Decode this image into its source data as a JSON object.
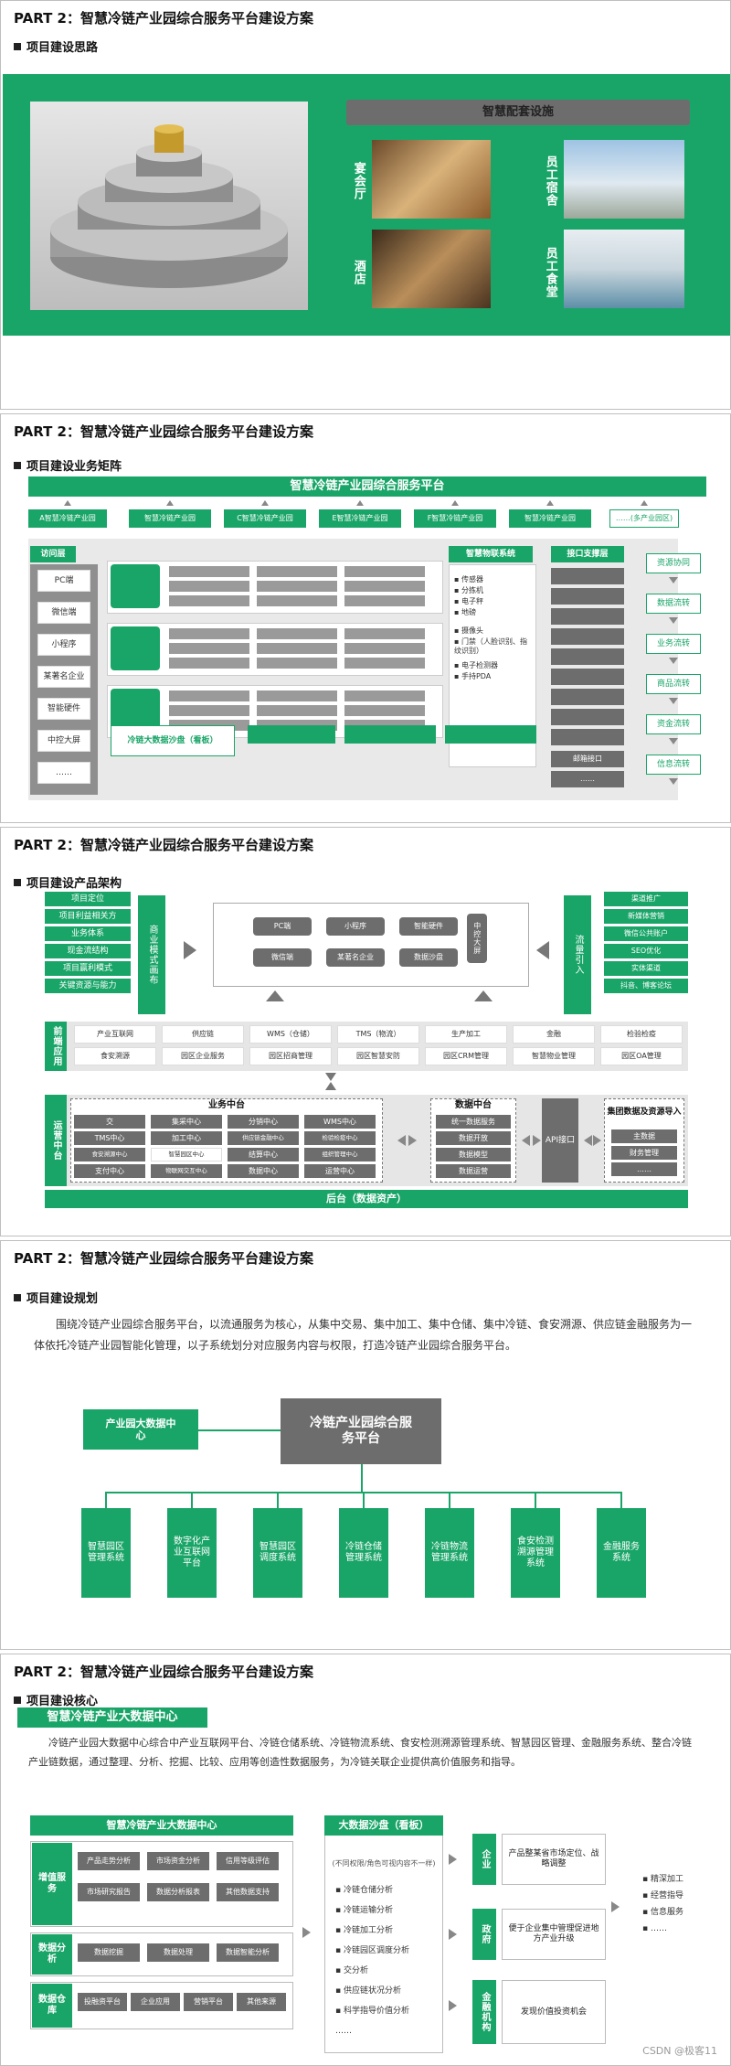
{
  "header": "PART 2：智慧冷链产业园综合服务平台建设方案",
  "s1": {
    "title": "项目建设思路",
    "facilities_title": "智慧配套设施",
    "labels": [
      "宴会厅",
      "员工宿舍",
      "酒店",
      "员工食堂"
    ]
  },
  "s2": {
    "title": "项目建设业务矩阵",
    "platform": "智慧冷链产业园综合服务平台",
    "parks": [
      "A智慧冷链产业园",
      "智慧冷链产业园",
      "C智慧冷链产业园",
      "E智慧冷链产业园",
      "F智慧冷链产业园",
      "智慧冷链产业园",
      "……(多产业园区)"
    ],
    "access_title": "访问层",
    "access": [
      "PC端",
      "微信端",
      "小程序",
      "某著名企业",
      "智能硬件",
      "中控大屏",
      "……"
    ],
    "iot_title": "智慧物联系统",
    "iot_items": [
      "▪ 传感器",
      "▪ 分拣机",
      "▪ 电子秤",
      "▪ 地磅",
      "▪ 摄像头",
      "▪ 门禁（人脸识别、指纹识别）",
      "▪ 电子检测器",
      "▪ 手持PDA"
    ],
    "iface_title": "接口支撑层",
    "iface_bottom": [
      "邮箱接口",
      "……"
    ],
    "bigdata": "冷链大数据沙盘（看板）",
    "right": [
      "资源协同",
      "数据流转",
      "业务流转",
      "商品流转",
      "资金流转",
      "信息流转"
    ]
  },
  "s3": {
    "title": "项目建设产品架构",
    "left_list": [
      "项目定位",
      "项目利益相关方",
      "业务体系",
      "现金流结构",
      "项目赢利模式",
      "关键资源与能力"
    ],
    "left_vert": "商业模式画布",
    "center": [
      "PC端",
      "小程序",
      "智能硬件",
      "中控大屏",
      "微信端",
      "某著名企业",
      "数据沙盘"
    ],
    "right_vert": "流量引入",
    "right_list": [
      "渠道推广",
      "新媒体营销",
      "微信公共账户",
      "SEO优化",
      "实体渠道",
      "抖音、博客论坛"
    ],
    "front_label": "前端应用",
    "front_row1": [
      "产业互联网",
      "供应链",
      "WMS（仓储）",
      "TMS（物流）",
      "生产加工",
      "金融",
      "检验检疫"
    ],
    "front_row2": [
      "食安溯源",
      "园区企业服务",
      "园区招商管理",
      "园区智慧安防",
      "园区CRM管理",
      "智慧物业管理",
      "园区OA管理"
    ],
    "ops_label": "运营中台",
    "biz_title": "业务中台",
    "biz": [
      "交",
      "集采中心",
      "分销中心",
      "WMS中心",
      "TMS中心",
      "加工中心",
      "供应链金融中心",
      "检验检疫中心",
      "食安溯源中心",
      "智慧园区中心",
      "结算中心",
      "组织管理中心",
      "支付中心",
      "物联网交互中心",
      "数据中心",
      "运营中心"
    ],
    "data_title": "数据中台",
    "data": [
      "统一数据服务",
      "数据开放",
      "数据模型",
      "数据运营"
    ],
    "api": "API接口",
    "group_title": "集团数据及资源导入",
    "group": [
      "主数据",
      "财务管理",
      "……"
    ],
    "back": "后台（数据资产）"
  },
  "s4": {
    "title": "项目建设规划",
    "para": "围绕冷链产业园综合服务平台，以流通服务为核心，从集中交易、集中加工、集中仓储、集中冷链、食安溯源、供应链金融服务为一体依托冷链产业园智能化管理，以子系统划分对应服务内容与权限，打造冷链产业园综合服务平台。",
    "datacenter": "产业园大数据中心",
    "platform": "冷链产业园综合服务平台",
    "systems": [
      "智慧园区管理系统",
      "数字化产业互联网平台",
      "智慧园区调度系统",
      "冷链仓储管理系统",
      "冷链物流管理系统",
      "食安检测溯源管理系统",
      "金融服务系统"
    ]
  },
  "s5": {
    "title": "项目建设核心",
    "banner": "智慧冷链产业大数据中心",
    "para": "冷链产业园大数据中心综合中产业互联网平台、冷链仓储系统、冷链物流系统、食安检测溯源管理系统、智慧园区管理、金融服务系统、整合冷链产业链数据，通过整理、分析、挖掘、比较、应用等创造性数据服务，为冷链关联企业提供高价值服务和指导。",
    "center_title": "智慧冷链产业大数据中心",
    "rows": [
      {
        "label": "增值服务",
        "items": [
          "产品走势分析",
          "市场资金分析",
          "信用等级评估",
          "市场研究报告",
          "数据分析报表",
          "其他数据支持"
        ]
      },
      {
        "label": "数据分析",
        "items": [
          "数据挖掘",
          "数据处理",
          "数据智能分析"
        ]
      },
      {
        "label": "数据仓库",
        "items": [
          "投融资平台",
          "企业应用",
          "营销平台",
          "其他来源"
        ]
      }
    ],
    "sandbox_title": "大数据沙盘（看板）",
    "sandbox_sub": "(不同权限/角色可视内容不一样)",
    "sandbox_items": [
      "▪ 冷链仓储分析",
      "▪ 冷链运输分析",
      "▪ 冷链加工分析",
      "▪ 冷链园区调度分析",
      "▪ 交分析",
      "▪ 供应链状况分析",
      "▪ 科学指导价值分析",
      "……"
    ],
    "targets": [
      {
        "label": "企业",
        "text": "产品整某省市场定位、战略调整"
      },
      {
        "label": "政府",
        "text": "便于企业集中管理促进地方产业升级"
      },
      {
        "label": "金融机构",
        "text": "发现价值投资机会"
      }
    ],
    "outcomes": [
      "▪ 精深加工",
      "▪ 经营指导",
      "▪ 信息服务",
      "▪ ……"
    ],
    "watermark": "CSDN @极客11"
  }
}
